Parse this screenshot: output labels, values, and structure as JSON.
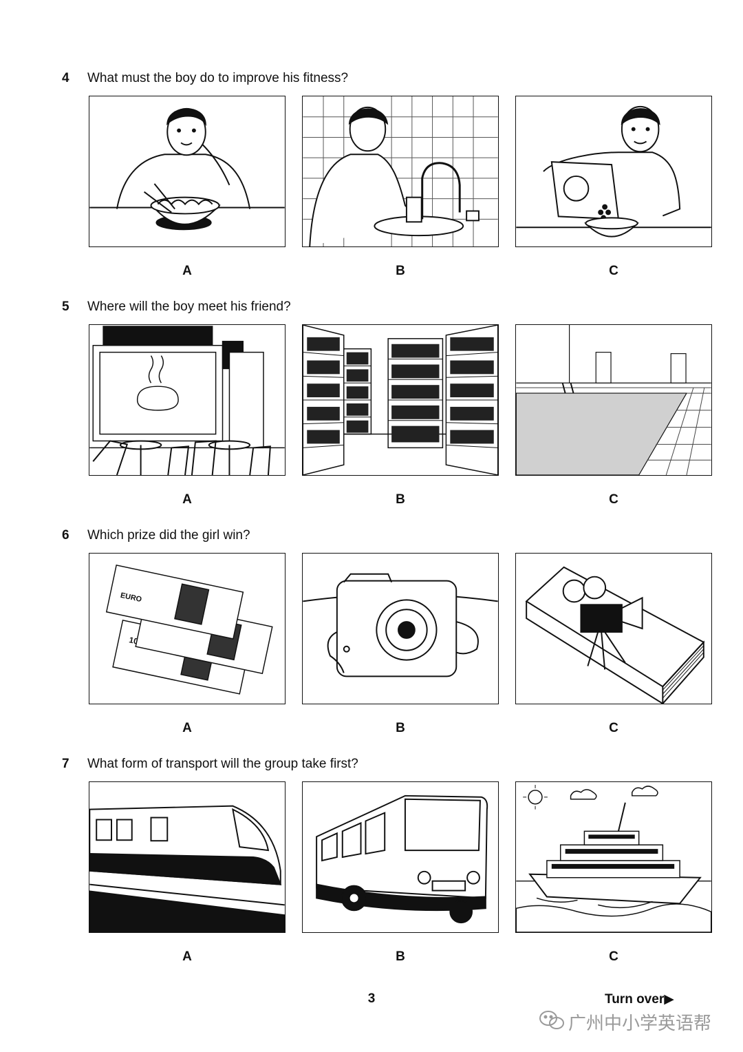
{
  "questions": [
    {
      "number": "4",
      "text": "What must the boy do to improve his fitness?",
      "options": [
        {
          "label": "A",
          "picture": "boy-eating-salad"
        },
        {
          "label": "B",
          "picture": "boy-drinking-water"
        },
        {
          "label": "C",
          "picture": "boy-pouring-cereal"
        }
      ]
    },
    {
      "number": "5",
      "text": "Where will the boy meet his friend?",
      "options": [
        {
          "label": "A",
          "picture": "cafe"
        },
        {
          "label": "B",
          "picture": "library"
        },
        {
          "label": "C",
          "picture": "swimming-pool"
        }
      ]
    },
    {
      "number": "6",
      "text": "Which prize did the girl win?",
      "options": [
        {
          "label": "A",
          "picture": "euro-banknotes"
        },
        {
          "label": "B",
          "picture": "camera"
        },
        {
          "label": "C",
          "picture": "film-book"
        }
      ]
    },
    {
      "number": "7",
      "text": "What form of transport will the group take first?",
      "options": [
        {
          "label": "A",
          "picture": "train"
        },
        {
          "label": "B",
          "picture": "bus"
        },
        {
          "label": "C",
          "picture": "ferry"
        }
      ]
    }
  ],
  "footer": {
    "page_number": "3",
    "turn_over": "Turn over▶"
  },
  "watermark": {
    "text": "广州中小学英语帮",
    "icon": "wechat-icon"
  },
  "pictures": {
    "cafe_sign": " ",
    "banknote_value": "10",
    "banknote_currency": "EURO",
    "camera_brand": " "
  }
}
